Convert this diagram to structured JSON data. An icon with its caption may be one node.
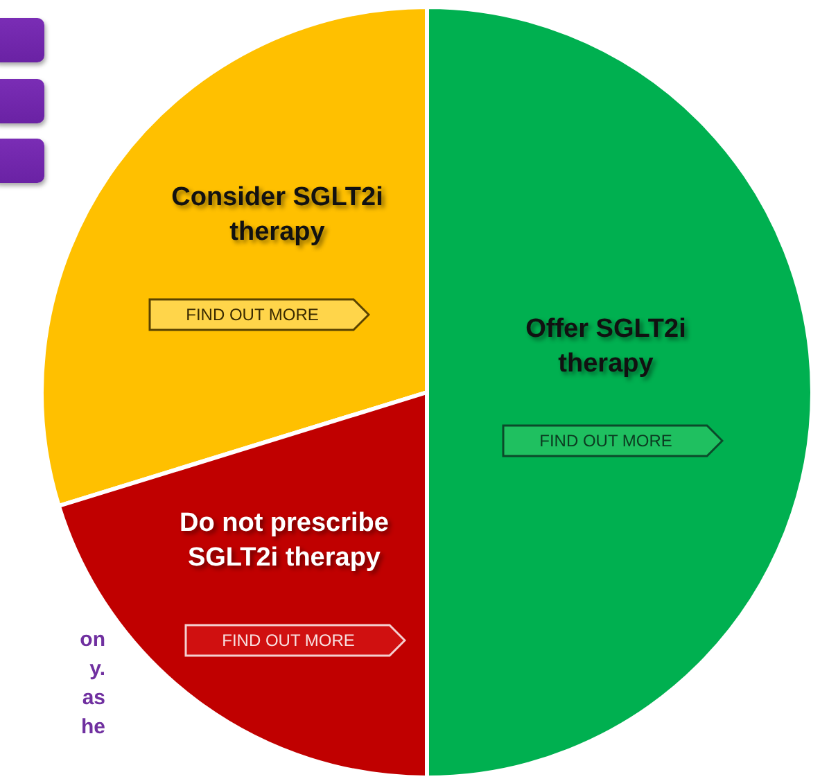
{
  "diagram": {
    "nodes": [
      {
        "text": [],
        "shape": "box"
      },
      {
        "text": [],
        "shape": "box"
      },
      {
        "text": [],
        "shape": "box"
      },
      {
        "text": [
          "Consider SGLT2i therapy",
          "FIND OUT MORE"
        ]
      },
      {
        "text": [
          "Offer SGLT2i therapy",
          "FIND OUT MORE"
        ]
      },
      {
        "text": [
          "Do not prescribe SGLT2i therapy",
          "FIND OUT MORE"
        ]
      }
    ],
    "edges": [],
    "labels": [
      "on",
      "y.",
      "as",
      "he"
    ]
  }
}
